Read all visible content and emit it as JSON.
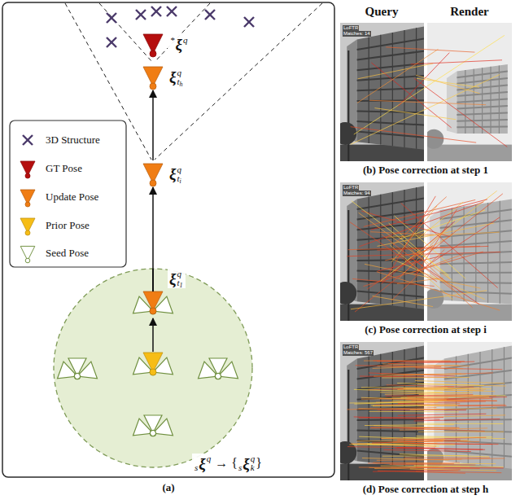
{
  "diagram": {
    "nodes": [
      {
        "text": [
          "*ξq"
        ]
      },
      {
        "text": [
          "ξqth"
        ]
      },
      {
        "text": [
          "ξqti"
        ]
      },
      {
        "text": [
          "ξqt1"
        ]
      }
    ],
    "edges": [
      {
        "from": 3,
        "to": 2,
        "arrow": "to"
      },
      {
        "from": 2,
        "to": 1,
        "arrow": "to"
      }
    ],
    "labels": [
      "sξq → {sξqk}",
      "(a)",
      "Query",
      "Render",
      "LoFTR",
      "Matches: 14",
      "(b) Pose correction at step 1",
      "LoFTR",
      "Matches: 94",
      "(c) Pose correction at step i",
      "LoFTR",
      "Matches: 567",
      "(d) Pose correction at step h"
    ],
    "legend": [
      {
        "text": "3D Structure"
      },
      {
        "text": "GT Pose"
      },
      {
        "text": "Update Pose"
      },
      {
        "text": "Prior Pose"
      },
      {
        "text": "Seed Pose"
      }
    ]
  }
}
